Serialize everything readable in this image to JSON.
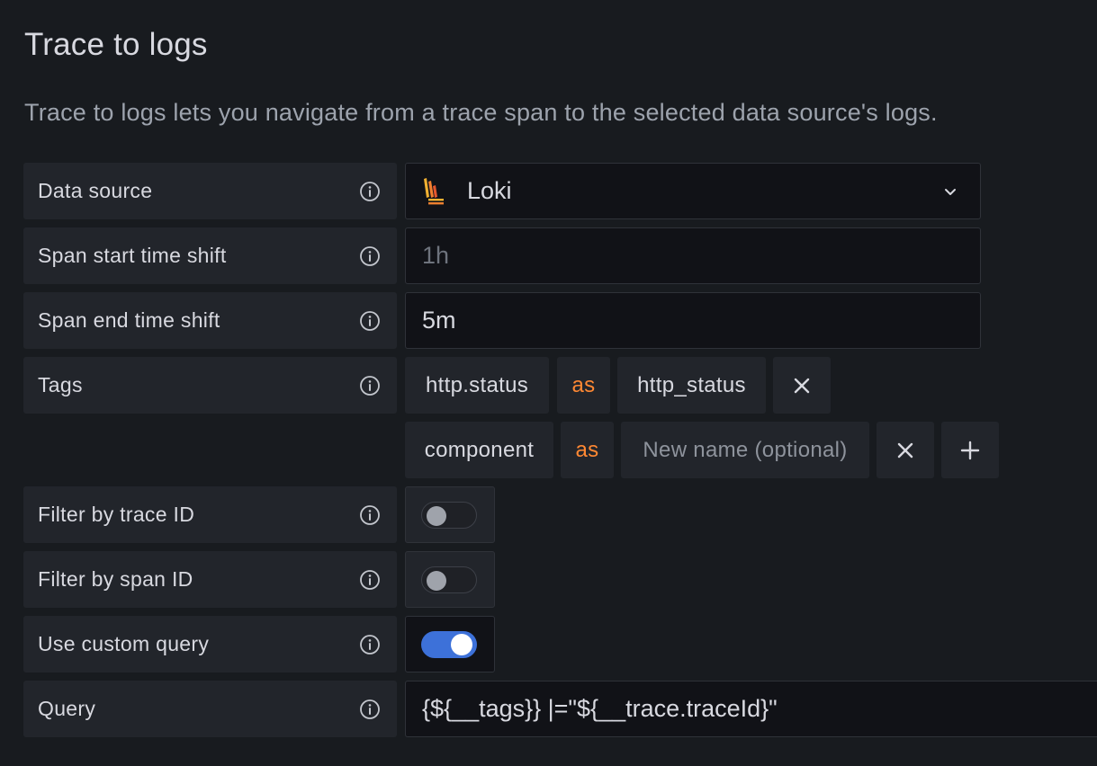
{
  "section": {
    "title": "Trace to logs",
    "description": "Trace to logs lets you navigate from a trace span to the selected data source's logs."
  },
  "fields": {
    "datasource": {
      "label": "Data source",
      "value": "Loki"
    },
    "span_start": {
      "label": "Span start time shift",
      "placeholder": "1h"
    },
    "span_end": {
      "label": "Span end time shift",
      "value": "5m"
    },
    "tags": {
      "label": "Tags",
      "rows": [
        {
          "key": "http.status",
          "as": "as",
          "name": "http_status"
        },
        {
          "key": "component",
          "as": "as",
          "name_placeholder": "New name (optional)"
        }
      ]
    },
    "filter_trace": {
      "label": "Filter by trace ID",
      "enabled": false
    },
    "filter_span": {
      "label": "Filter by span ID",
      "enabled": false
    },
    "custom_query": {
      "label": "Use custom query",
      "enabled": true
    },
    "query": {
      "label": "Query",
      "value": "{${__tags}} |=\"${__trace.traceId}\""
    }
  },
  "icons": {
    "info": "info-circle-icon",
    "remove": "close-icon",
    "add": "plus-icon",
    "dropdown": "chevron-down-icon",
    "datasource_logo": "loki-logo-icon"
  },
  "colors": {
    "accent_orange": "#ff8833",
    "switch_on": "#3d71d9",
    "background": "#181b1f",
    "label_bg": "#22252b",
    "input_bg": "#111217"
  }
}
